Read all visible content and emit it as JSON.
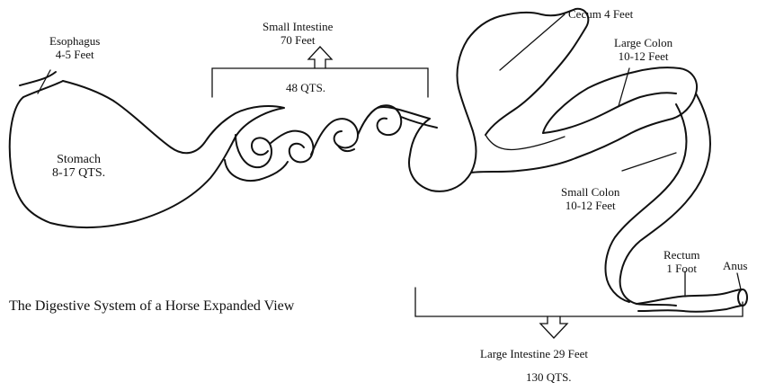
{
  "title": "The Digestive System of a Horse Expanded View",
  "labels": {
    "esophagus": {
      "name": "Esophagus",
      "measure": "4-5 Feet"
    },
    "stomach": {
      "name": "Stomach",
      "measure": "8-17 QTS."
    },
    "small_intestine": {
      "name": "Small Intestine",
      "measure": "70 Feet",
      "volume": "48 QTS."
    },
    "cecum": {
      "name": "Cecum 4 Feet"
    },
    "large_colon": {
      "name": "Large Colon",
      "measure": "10-12 Feet"
    },
    "small_colon": {
      "name": "Small Colon",
      "measure": "10-12 Feet"
    },
    "rectum": {
      "name": "Rectum",
      "measure": "1 Foot"
    },
    "anus": {
      "name": "Anus"
    },
    "large_intestine": {
      "name": "Large Intestine  29 Feet",
      "volume": "130 QTS."
    }
  }
}
